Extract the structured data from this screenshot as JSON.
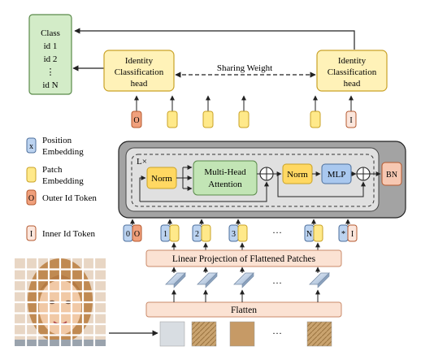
{
  "class_box": {
    "lines": [
      "Class",
      "id 1",
      "id 2",
      "⋮",
      "id N"
    ]
  },
  "identity_heads": {
    "left": [
      "Identity",
      "Classification",
      "head"
    ],
    "right": [
      "Identity",
      "Classification",
      "head"
    ]
  },
  "sharing_weight_label": "Sharing Weight",
  "output_tokens": {
    "outer": "O",
    "inner": "I"
  },
  "legend": {
    "position": {
      "symbol": "x",
      "lines": [
        "Position",
        "Embedding"
      ]
    },
    "patch": {
      "lines": [
        "Patch",
        "Embedding"
      ]
    },
    "outer": {
      "symbol": "O",
      "label": "Outer Id Token"
    },
    "inner": {
      "symbol": "I",
      "label": "Inner Id Token"
    }
  },
  "encoder": {
    "repeat_label": "L×",
    "norm1": "Norm",
    "attention": [
      "Multi-Head",
      "Attention"
    ],
    "norm2": "Norm",
    "mlp": "MLP",
    "bn": "BN",
    "plus_symbol": "⊕"
  },
  "input_tokens": {
    "outer_pair": [
      "0",
      "O"
    ],
    "indices": [
      "1",
      "2",
      "3",
      "N"
    ],
    "inner_pair": [
      "*",
      "I"
    ],
    "ellipsis": "···"
  },
  "linear_projection_label": "Linear Projection of Flattened Patches",
  "flatten_label": "Flatten",
  "colors": {
    "class_fill": "#d3ecc8",
    "class_border": "#5a8a4a",
    "head_fill": "#fff2b8",
    "head_border": "#c9a227",
    "patch_fill": "#ffe98a",
    "patch_border": "#c9a227",
    "position_fill": "#bcd3f0",
    "position_border": "#4d6f9c",
    "outer_fill": "#f0a07c",
    "outer_border": "#b4582e",
    "inner_fill": "#fbe6dc",
    "inner_border": "#b4582e",
    "encoder_outer": "#a3a3a3",
    "encoder_inner": "#e0e0e0",
    "norm_fill": "#ffd862",
    "attention_fill": "#c2e5b5",
    "mlp_fill": "#a9c8ef",
    "bn_fill": "#f7c8b2",
    "band_fill": "#fbe2d3",
    "band_border": "#c98a6a"
  }
}
